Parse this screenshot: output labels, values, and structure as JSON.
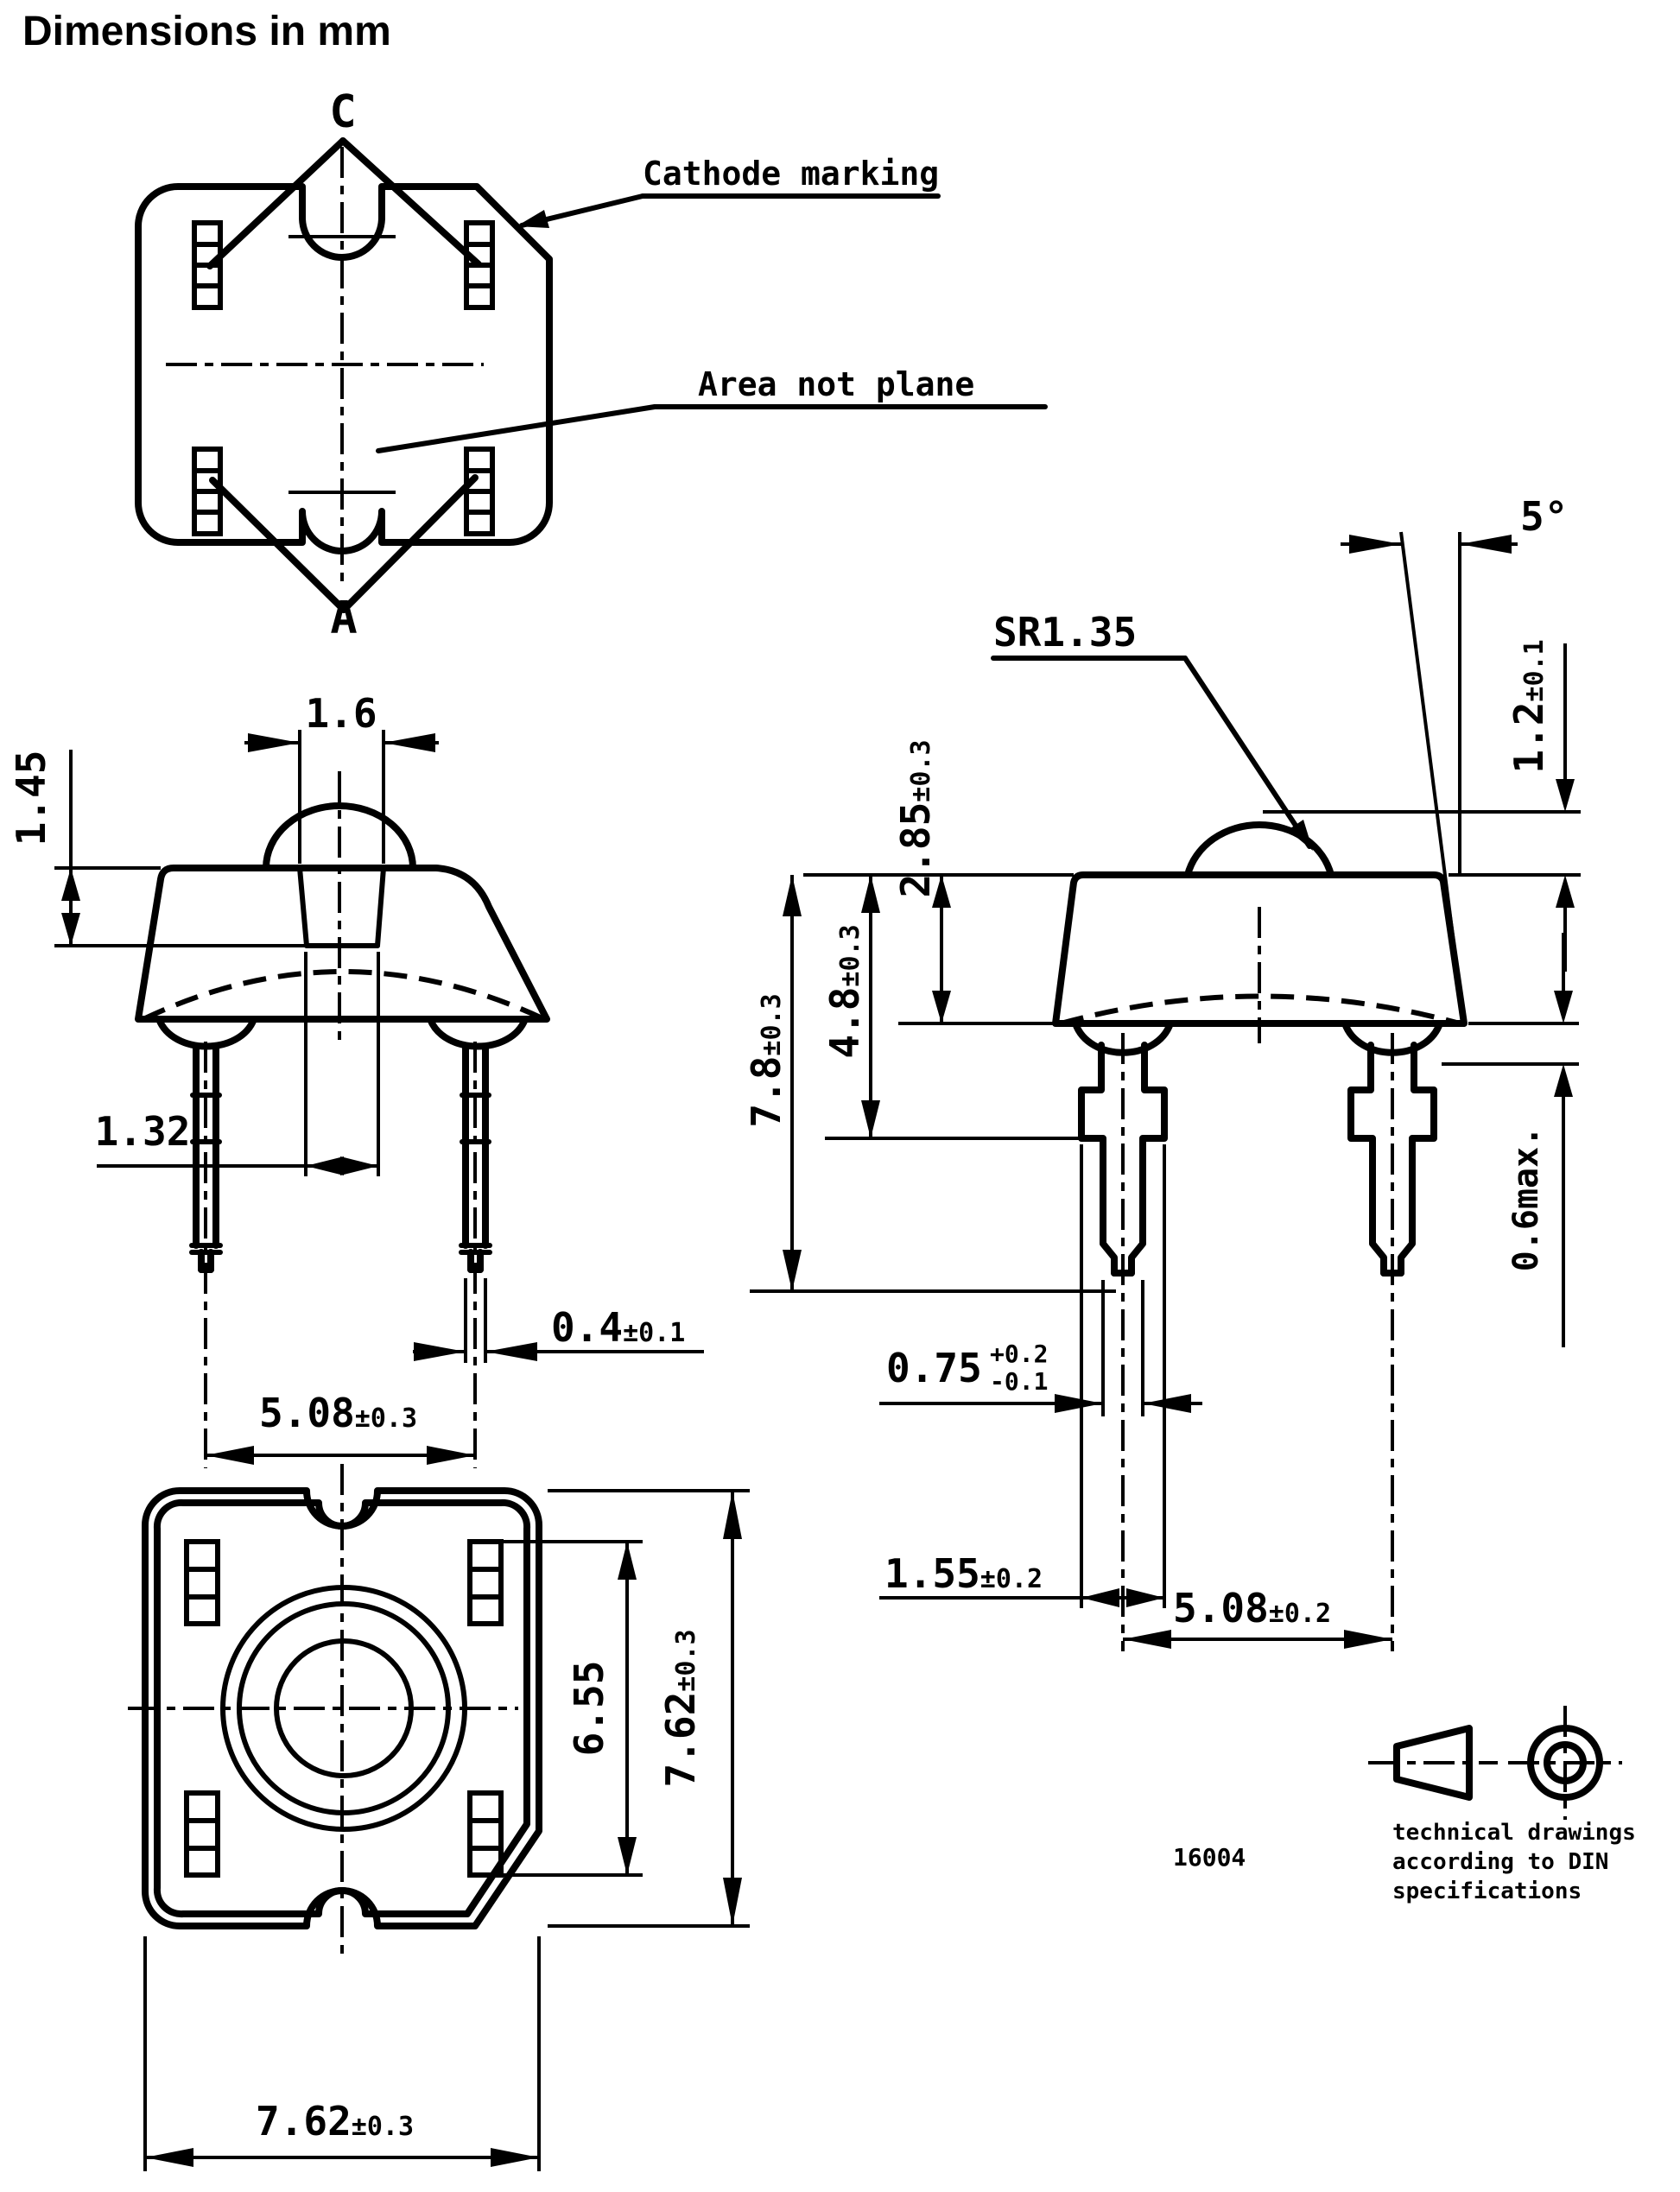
{
  "title": "Dimensions in mm",
  "top_view": {
    "cathode_label": "C",
    "anode_label": "A",
    "cathode_callout": "Cathode marking",
    "area_callout": "Area not plane"
  },
  "front_view": {
    "dome_width": "1.6",
    "cup_depth": "1.45",
    "cup_bottom": "1.32",
    "lead_thickness": "0.4",
    "lead_thickness_tol": "±0.1",
    "lead_pitch": "5.08",
    "lead_pitch_tol": "±0.3"
  },
  "side_view": {
    "dome_radius": "SR1.35",
    "draft_angle": "5°",
    "dome_height": "1.2",
    "dome_height_tol": "±0.1",
    "body_height": "2.85",
    "body_height_tol": "±0.3",
    "shoulder_depth": "4.8",
    "shoulder_depth_tol": "±0.3",
    "overall_length": "7.8",
    "overall_length_tol": "±0.3",
    "standoff": "0.6max.",
    "pin_width": "0.75",
    "pin_width_tol_plus": "+0.2",
    "pin_width_tol_minus": "-0.1",
    "shoulder_width": "1.55",
    "shoulder_width_tol": "±0.2",
    "lead_pitch": "5.08",
    "lead_pitch_tol": "±0.2"
  },
  "bottom_view": {
    "pad_span": "6.55",
    "body_depth": "7.62",
    "body_depth_tol": "±0.3",
    "body_width": "7.62",
    "body_width_tol": "±0.3"
  },
  "footer": {
    "drawing_number": "16004",
    "din_line1": "technical drawings",
    "din_line2": "according to DIN",
    "din_line3": "specifications"
  }
}
